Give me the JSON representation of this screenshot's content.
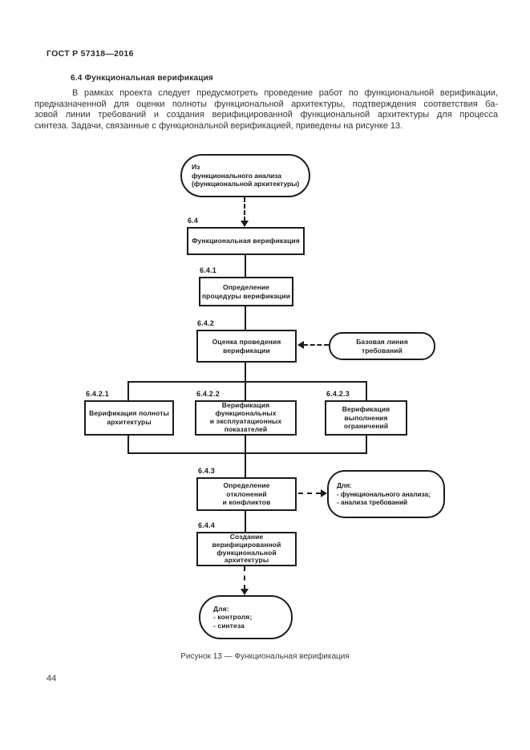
{
  "page": {
    "header": "ГОСТ Р 57318—2016",
    "page_number": "44"
  },
  "section": {
    "heading": "6.4 Функциональная верификация",
    "paragraph_lines": [
      "В рамках проекта следует предусмотреть проведение работ по функциональной верификации,",
      "предназначенной для оценки полноты функциональной архитектуры, подтверждения соответствия ба-",
      "зовой линии требований и создания верифицированной функциональной архитектуры для процесса",
      "синтеза. Задачи, связанные с функциональной верификацией, приведены на рисунке 13."
    ]
  },
  "figure": {
    "caption": "Рисунок 13 — Функциональная верификация",
    "source_node": "Из\nфункционального анализа\n(функциональной архитектуры)",
    "tasks": {
      "t64": {
        "label": "6.4",
        "text": "Функциональная верификация"
      },
      "t641": {
        "label": "6.4.1",
        "text": "Определение\nпроцедуры верификации"
      },
      "t642": {
        "label": "6.4.2",
        "text": "Оценка проведения\nверификации"
      },
      "t6421": {
        "label": "6.4.2.1",
        "text": "Верификация полноты\nархитектуры"
      },
      "t6422": {
        "label": "6.4.2.2",
        "text": "Верификация\nфункциональных\nи эксплуатационных\nпоказателей"
      },
      "t6423": {
        "label": "6.4.2.3",
        "text": "Верификация\nвыполнения\nограничений"
      },
      "t643": {
        "label": "6.4.3",
        "text": "Определение\nотклонений\nи конфликтов"
      },
      "t644": {
        "label": "6.4.4",
        "text": "Создание\nверифицированной\nфункциональной\nархитектуры"
      }
    },
    "references": {
      "baseline": "Базовая линия\nтребований",
      "to_analysis": "Для:\n- функционального анализа;\n- анализа требований",
      "to_control": "Для:\n- контроля;\n- синтеза"
    },
    "colors": {
      "ink": "#1c1c1c",
      "paper": "#ffffff"
    }
  }
}
